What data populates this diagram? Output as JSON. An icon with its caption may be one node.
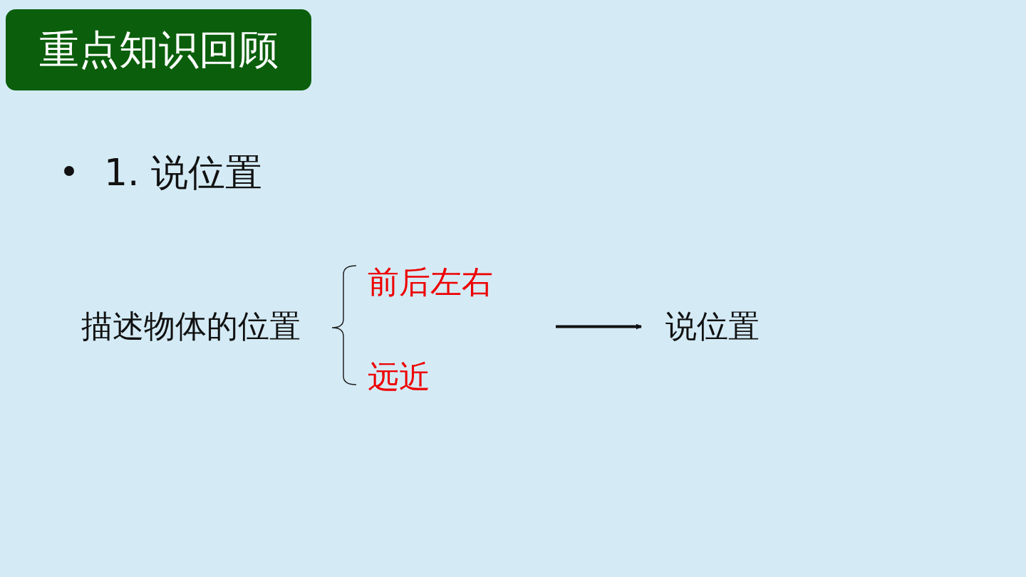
{
  "diagram": {
    "title": "重点知识回顾",
    "nodes": [
      {
        "text": [
          "描述物体的位置"
        ]
      },
      {
        "text": [
          "前后左右"
        ]
      },
      {
        "text": [
          "远近"
        ]
      },
      {
        "text": [
          "说位置"
        ]
      }
    ],
    "edges": [
      {
        "from": null,
        "to": 3,
        "arrow": "to"
      }
    ],
    "labels": [
      "1. 说位置"
    ]
  }
}
